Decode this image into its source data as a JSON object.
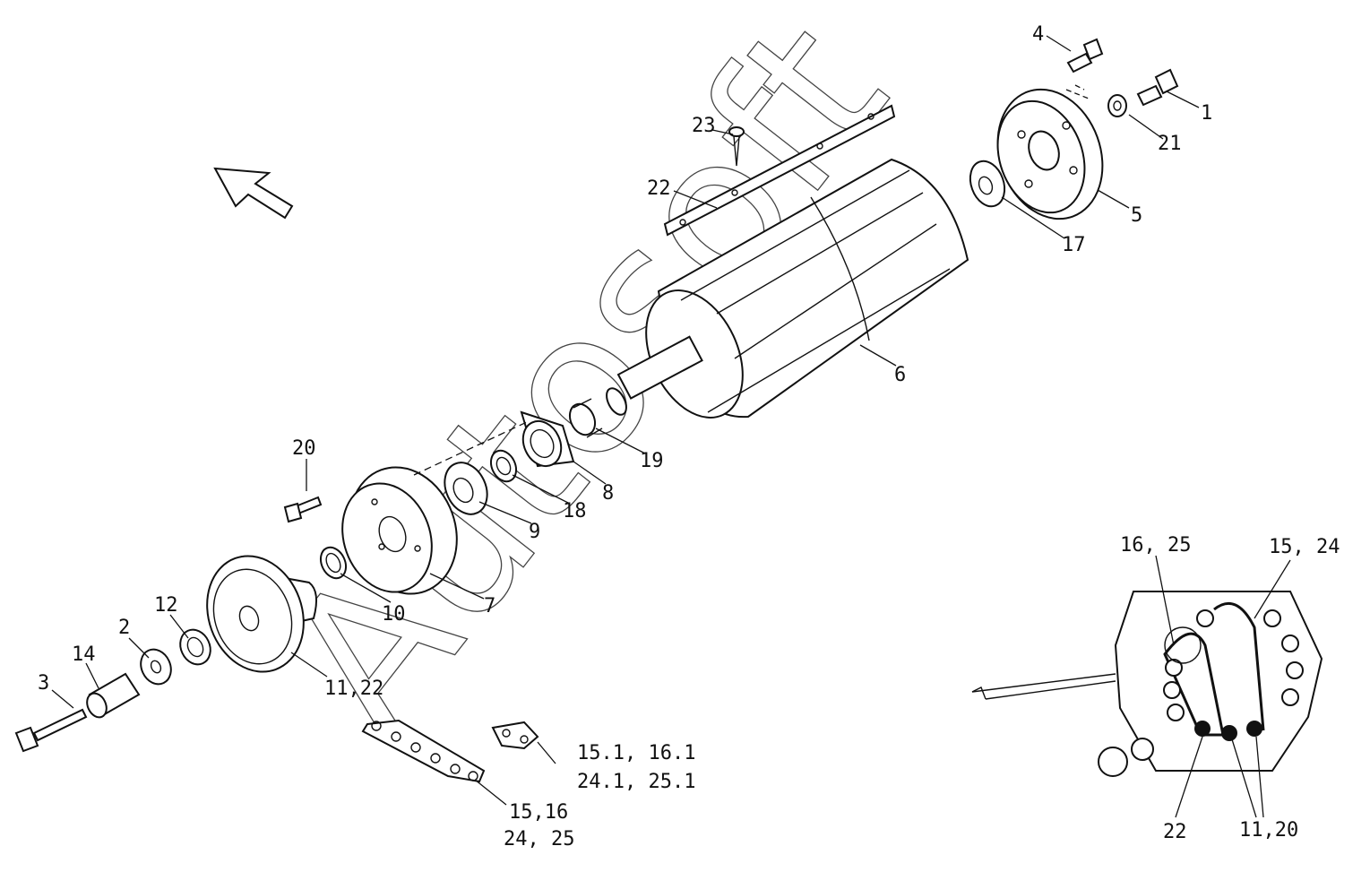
{
  "watermark": "Autosoft",
  "labels": {
    "p1": "1",
    "p2": "2",
    "p3": "3",
    "p4": "4",
    "p5": "5",
    "p6": "6",
    "p7": "7",
    "p8": "8",
    "p9": "9",
    "p10": "10",
    "p11_22": "11,22",
    "p12": "12",
    "p14": "14",
    "p15_16": "15,16",
    "p24_25": "24, 25",
    "p15_1": "15.1, 16.1",
    "p24_1": "24.1, 25.1",
    "p17": "17",
    "p18": "18",
    "p19": "19",
    "p20": "20",
    "p21": "21",
    "p22": "22",
    "p23": "23",
    "inset_16_25": "16, 25",
    "inset_15_24": "15, 24",
    "inset_22": "22",
    "inset_11_20": "11,20"
  },
  "icons": {
    "direction": "arrow-up-left-icon"
  }
}
